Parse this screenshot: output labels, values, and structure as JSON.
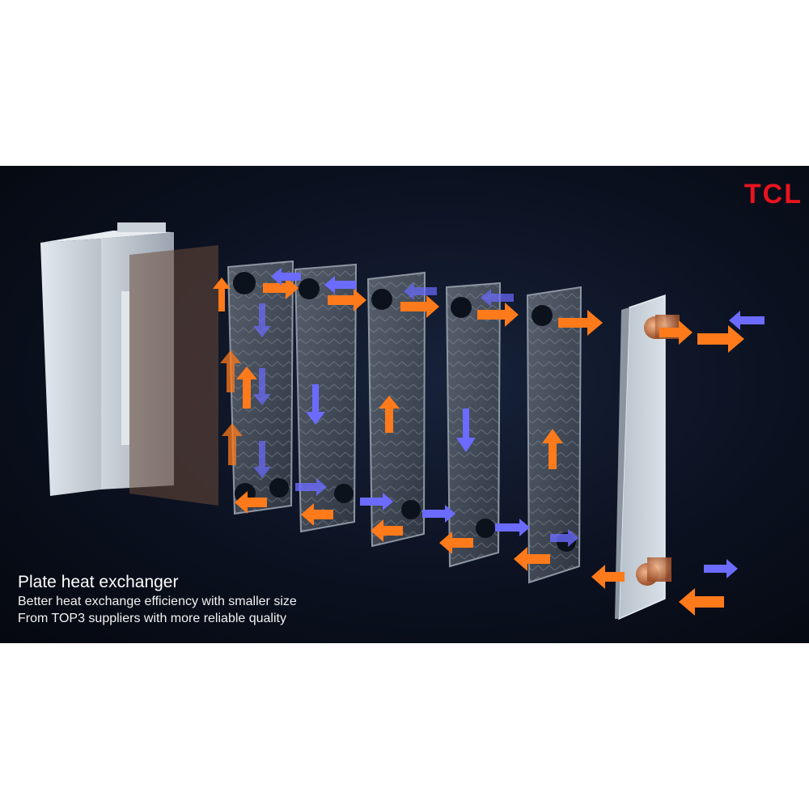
{
  "brand": {
    "logo_text": "TCL",
    "color": "#e8141f"
  },
  "caption": {
    "title": "Plate heat exchanger",
    "lines": [
      "Better heat exchange efficiency with smaller size",
      "From TOP3 suppliers with more reliable quality"
    ]
  },
  "colors": {
    "hot_flow": "#ff7a1a",
    "cold_flow": "#6b6bff",
    "background": "#0b1120"
  },
  "icons": {
    "hot_arrow": "orange-arrow-icon",
    "cold_arrow": "blue-arrow-icon"
  }
}
